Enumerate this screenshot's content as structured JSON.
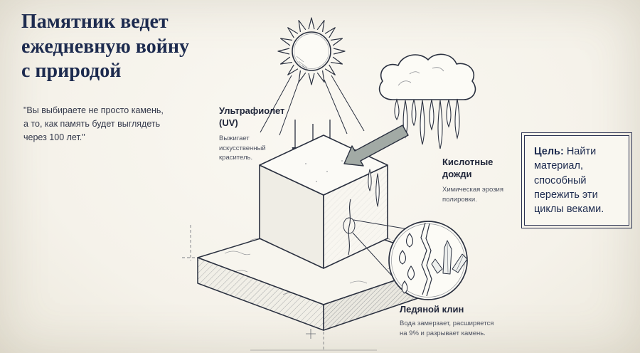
{
  "header": {
    "title": "Памятник ведет\nежедневную войну\nс природой",
    "quote": "\"Вы выбираете не просто камень,\nа то, как память будет выглядеть\nчерез 100 лет.\""
  },
  "callouts": {
    "uv": {
      "title": "Ультрафиолет\n(UV)",
      "desc": "Выжигает\nискусственный\nкраситель."
    },
    "acid": {
      "title": "Кислотные\nдожди",
      "desc": "Химическая эрозия\nполировки."
    },
    "ice": {
      "title": "Ледяной клин",
      "desc": "Вода замерзает, расширяется\nна 9% и разрывает камень."
    }
  },
  "goal_box": {
    "lead": "Цель:",
    "text": "Найти материал, способный пережить эти циклы веками."
  },
  "illustration": {
    "parts": [
      "sun-icon",
      "uv-rays-icon",
      "rain-cloud-icon",
      "rain-drips-icon",
      "acid-arrow-icon",
      "monument-cube",
      "base-slab",
      "magnifier-circle",
      "ice-crystal-icon",
      "water-droplets-icon",
      "crack-icon",
      "construction-lines"
    ]
  },
  "colors": {
    "ink": "#2b3140",
    "accent_navy": "#1d2b4f",
    "paper": "#f6f3ec",
    "arrow_gray": "#a2aaa5"
  }
}
